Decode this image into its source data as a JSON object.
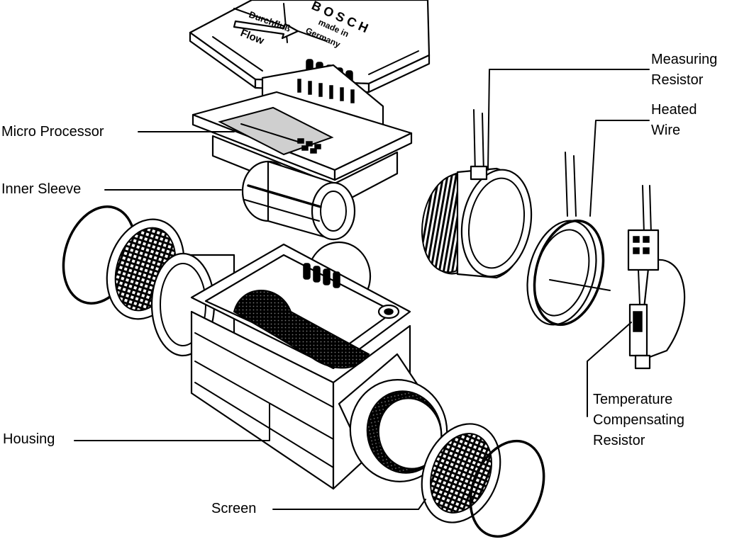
{
  "cover": {
    "brand": "BOSCH",
    "made_in": "made in",
    "country": "Germany",
    "flow_de": "Durchfluß",
    "flow_en": "Flow"
  },
  "labels": {
    "micro_processor": "Micro Processor",
    "inner_sleeve": "Inner Sleeve",
    "housing": "Housing",
    "screen": "Screen",
    "measuring_resistor": [
      "Measuring",
      "Resistor"
    ],
    "heated_wire": [
      "Heated",
      "Wire"
    ],
    "temp_comp_resistor": [
      "Temperature",
      "Compensating",
      "Resistor"
    ]
  }
}
